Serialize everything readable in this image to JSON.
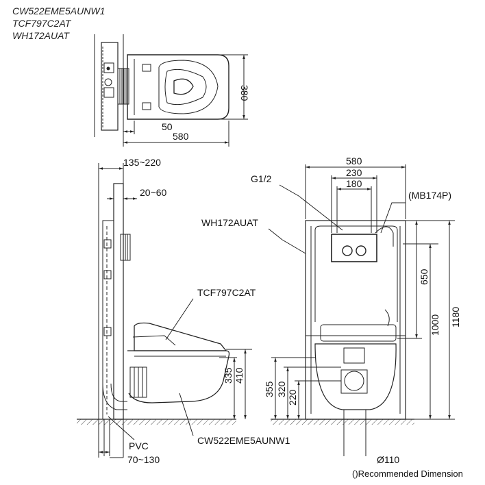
{
  "models": [
    "CW522EME5AUNW1",
    "TCF797C2AT",
    "WH172AUAT"
  ],
  "top_view": {
    "width": "580",
    "depth": "380",
    "offset": "50"
  },
  "side_view": {
    "frame_depth": "135~220",
    "wall_gap": "20~60",
    "seat_label": "TCF797C2AT",
    "frame_label": "WH172AUAT",
    "bowl_label": "CW522EME5AUNW1",
    "pvc_label": "PVC",
    "pvc_range": "70~130",
    "height_outer": "410",
    "height_inner": "335"
  },
  "front_view": {
    "width": "580",
    "plate_width": "230",
    "button_spacing": "180",
    "inlet": "G1/2",
    "plate_model": "(MB174P)",
    "h_650": "650",
    "h_1000": "1000",
    "h_1180": "1180",
    "h_355": "355",
    "h_320": "320",
    "h_220": "220",
    "pipe": "Ø110"
  },
  "note": "()Recommended Dimension",
  "colors": {
    "line": "#222222",
    "hatch": "#444444",
    "background": "#ffffff"
  }
}
